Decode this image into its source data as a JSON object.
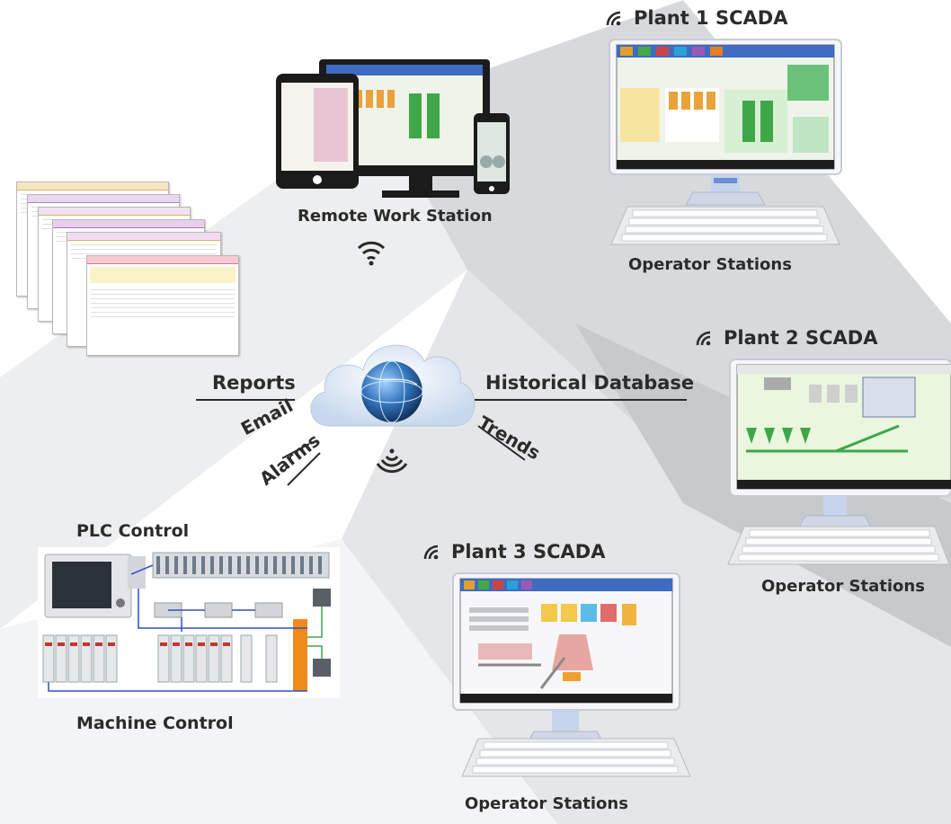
{
  "labels": {
    "plant1": "Plant 1 SCADA",
    "plant2": "Plant 2 SCADA",
    "plant3": "Plant 3 SCADA",
    "remote": "Remote Work Station",
    "operator1": "Operator Stations",
    "operator2": "Operator Stations",
    "operator3": "Operator Stations",
    "reports": "Reports",
    "historical": "Historical Database",
    "email": "Email",
    "alarms": "Alarms",
    "trends": "Trends",
    "plc": "PLC Control",
    "machine": "Machine Control"
  },
  "icons": [
    "wifi-icon",
    "cloud-icon",
    "globe-icon",
    "monitor-icon",
    "keyboard-icon",
    "tablet-icon",
    "phone-icon",
    "plc-icon"
  ],
  "colors": {
    "text": "#2b2b2b",
    "cloud": "#dfeaf7",
    "globe": "#2f6fb5",
    "bg_dark": "#c9cdd1",
    "bg_light": "#e8eaec"
  }
}
